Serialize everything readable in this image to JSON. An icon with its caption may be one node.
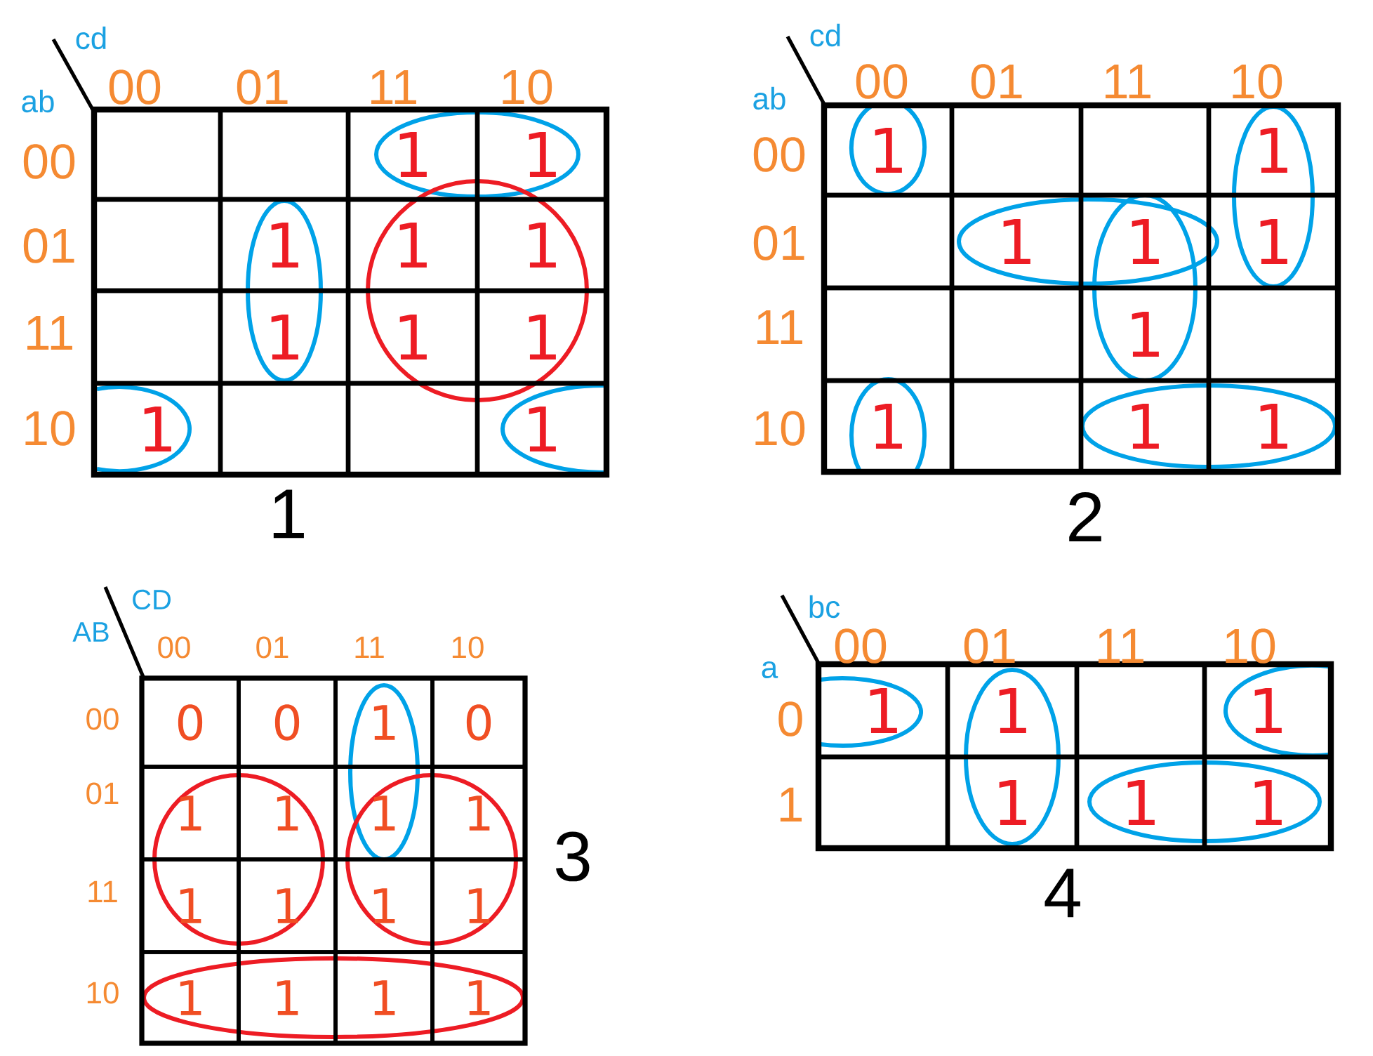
{
  "diagram": {
    "nodes": [
      {
        "text": [],
        "shape": "box",
        "beside": [
          "1"
        ]
      },
      {
        "text": [],
        "shape": "box",
        "in": 0
      },
      {
        "text": [],
        "shape": "box",
        "in": 0
      },
      {
        "text": [
          "1"
        ],
        "in": 0
      },
      {
        "text": [
          "1"
        ],
        "in": 0
      },
      {
        "text": [],
        "shape": "box",
        "in": 0
      },
      {
        "text": [
          "1"
        ],
        "in": 0
      },
      {
        "text": [
          "1"
        ],
        "in": 0
      },
      {
        "text": [
          "1"
        ],
        "in": 0
      },
      {
        "text": [],
        "shape": "box",
        "in": 0
      },
      {
        "text": [
          "1"
        ],
        "in": 0
      },
      {
        "text": [
          "1"
        ],
        "in": 0
      },
      {
        "text": [
          "1"
        ],
        "in": 0
      },
      {
        "text": [],
        "shape": "box",
        "in": 0
      },
      {
        "text": [],
        "shape": "box",
        "in": 0
      },
      {
        "text": [],
        "shape": "box",
        "in": 0
      },
      {
        "text": [],
        "shape": "box",
        "in": 0
      },
      {
        "text": [],
        "shape": "ellipse",
        "in": 0
      },
      {
        "text": [],
        "shape": "circle",
        "in": 0
      },
      {
        "text": [],
        "shape": "ellipse",
        "in": 0
      },
      {
        "text": [
          "1"
        ],
        "in": 13
      },
      {
        "text": [
          "1"
        ],
        "in": 16
      },
      {
        "text": [],
        "shape": "box",
        "beside": [
          "2"
        ]
      },
      {
        "text": [],
        "shape": "box",
        "in": 22
      },
      {
        "text": [],
        "shape": "box",
        "in": 22
      },
      {
        "text": [],
        "shape": "box",
        "in": 22
      },
      {
        "text": [
          "1"
        ],
        "in": 22
      },
      {
        "text": [],
        "shape": "box",
        "in": 22
      },
      {
        "text": [
          "1"
        ],
        "in": 22
      },
      {
        "text": [
          "1"
        ],
        "in": 22
      },
      {
        "text": [
          "1"
        ],
        "in": 22
      },
      {
        "text": [],
        "shape": "box",
        "in": 22
      },
      {
        "text": [],
        "shape": "box",
        "in": 22
      },
      {
        "text": [
          "1"
        ],
        "in": 22
      },
      {
        "text": [],
        "shape": "box",
        "in": 22
      },
      {
        "text": [],
        "shape": "box",
        "in": 22
      },
      {
        "text": [],
        "shape": "box",
        "in": 22
      },
      {
        "text": [
          "1"
        ],
        "in": 22
      },
      {
        "text": [
          "1"
        ],
        "in": 22
      },
      {
        "text": [
          "1"
        ],
        "in": 23
      },
      {
        "text": [],
        "shape": "ellipse",
        "in": 22
      },
      {
        "text": [],
        "shape": "ellipse",
        "in": 22
      },
      {
        "text": [],
        "shape": "ellipse",
        "in": 22
      },
      {
        "text": [
          "1"
        ],
        "in": 35
      },
      {
        "text": [],
        "shape": "ellipse",
        "in": 22
      },
      {
        "text": [],
        "shape": "box",
        "beside": [
          "3"
        ]
      },
      {
        "text": [
          "0"
        ],
        "in": 45
      },
      {
        "text": [
          "0"
        ],
        "in": 45
      },
      {
        "text": [
          "1"
        ],
        "in": 45
      },
      {
        "text": [
          "0"
        ],
        "in": 45
      },
      {
        "text": [
          "1"
        ],
        "in": 45
      },
      {
        "text": [
          "1"
        ],
        "in": 45
      },
      {
        "text": [
          "1"
        ],
        "in": 45
      },
      {
        "text": [
          "1"
        ],
        "in": 45
      },
      {
        "text": [
          "1"
        ],
        "in": 45
      },
      {
        "text": [
          "1"
        ],
        "in": 45
      },
      {
        "text": [
          "1"
        ],
        "in": 45
      },
      {
        "text": [
          "1"
        ],
        "in": 45
      },
      {
        "text": [
          "1"
        ],
        "in": 45
      },
      {
        "text": [
          "1"
        ],
        "in": 45
      },
      {
        "text": [
          "1"
        ],
        "in": 45
      },
      {
        "text": [
          "1"
        ],
        "in": 45
      },
      {
        "text": [],
        "shape": "ellipse",
        "in": 45
      },
      {
        "text": [],
        "shape": "circle",
        "in": 45
      },
      {
        "text": [],
        "shape": "circle",
        "in": 45
      },
      {
        "text": [],
        "shape": "ellipse",
        "in": 45
      },
      {
        "text": [],
        "shape": "box",
        "beside": [
          "4"
        ]
      },
      {
        "text": [],
        "shape": "box",
        "in": 66
      },
      {
        "text": [
          "1"
        ],
        "in": 66
      },
      {
        "text": [],
        "shape": "box",
        "in": 66
      },
      {
        "text": [],
        "shape": "box",
        "in": 66
      },
      {
        "text": [],
        "shape": "box",
        "in": 66
      },
      {
        "text": [
          "1"
        ],
        "in": 66
      },
      {
        "text": [
          "1"
        ],
        "in": 66
      },
      {
        "text": [
          "1"
        ],
        "in": 66
      },
      {
        "text": [
          "1"
        ],
        "in": 67
      },
      {
        "text": [],
        "shape": "ellipse",
        "in": 66
      },
      {
        "text": [
          "1"
        ],
        "in": 70
      },
      {
        "text": [],
        "shape": "ellipse",
        "in": 66
      }
    ],
    "labels": [
      "cd",
      "ab",
      "00",
      "01",
      "11",
      "10",
      "00",
      "01",
      "11",
      "10",
      "cd",
      "ab",
      "00",
      "01",
      "11",
      "10",
      "00",
      "01",
      "11",
      "10",
      "CD",
      "AB",
      "00",
      "01",
      "11",
      "10",
      "00",
      "01",
      "11",
      "10",
      "bc",
      "a",
      "00",
      "01",
      "11",
      "10",
      "0",
      "1"
    ]
  }
}
